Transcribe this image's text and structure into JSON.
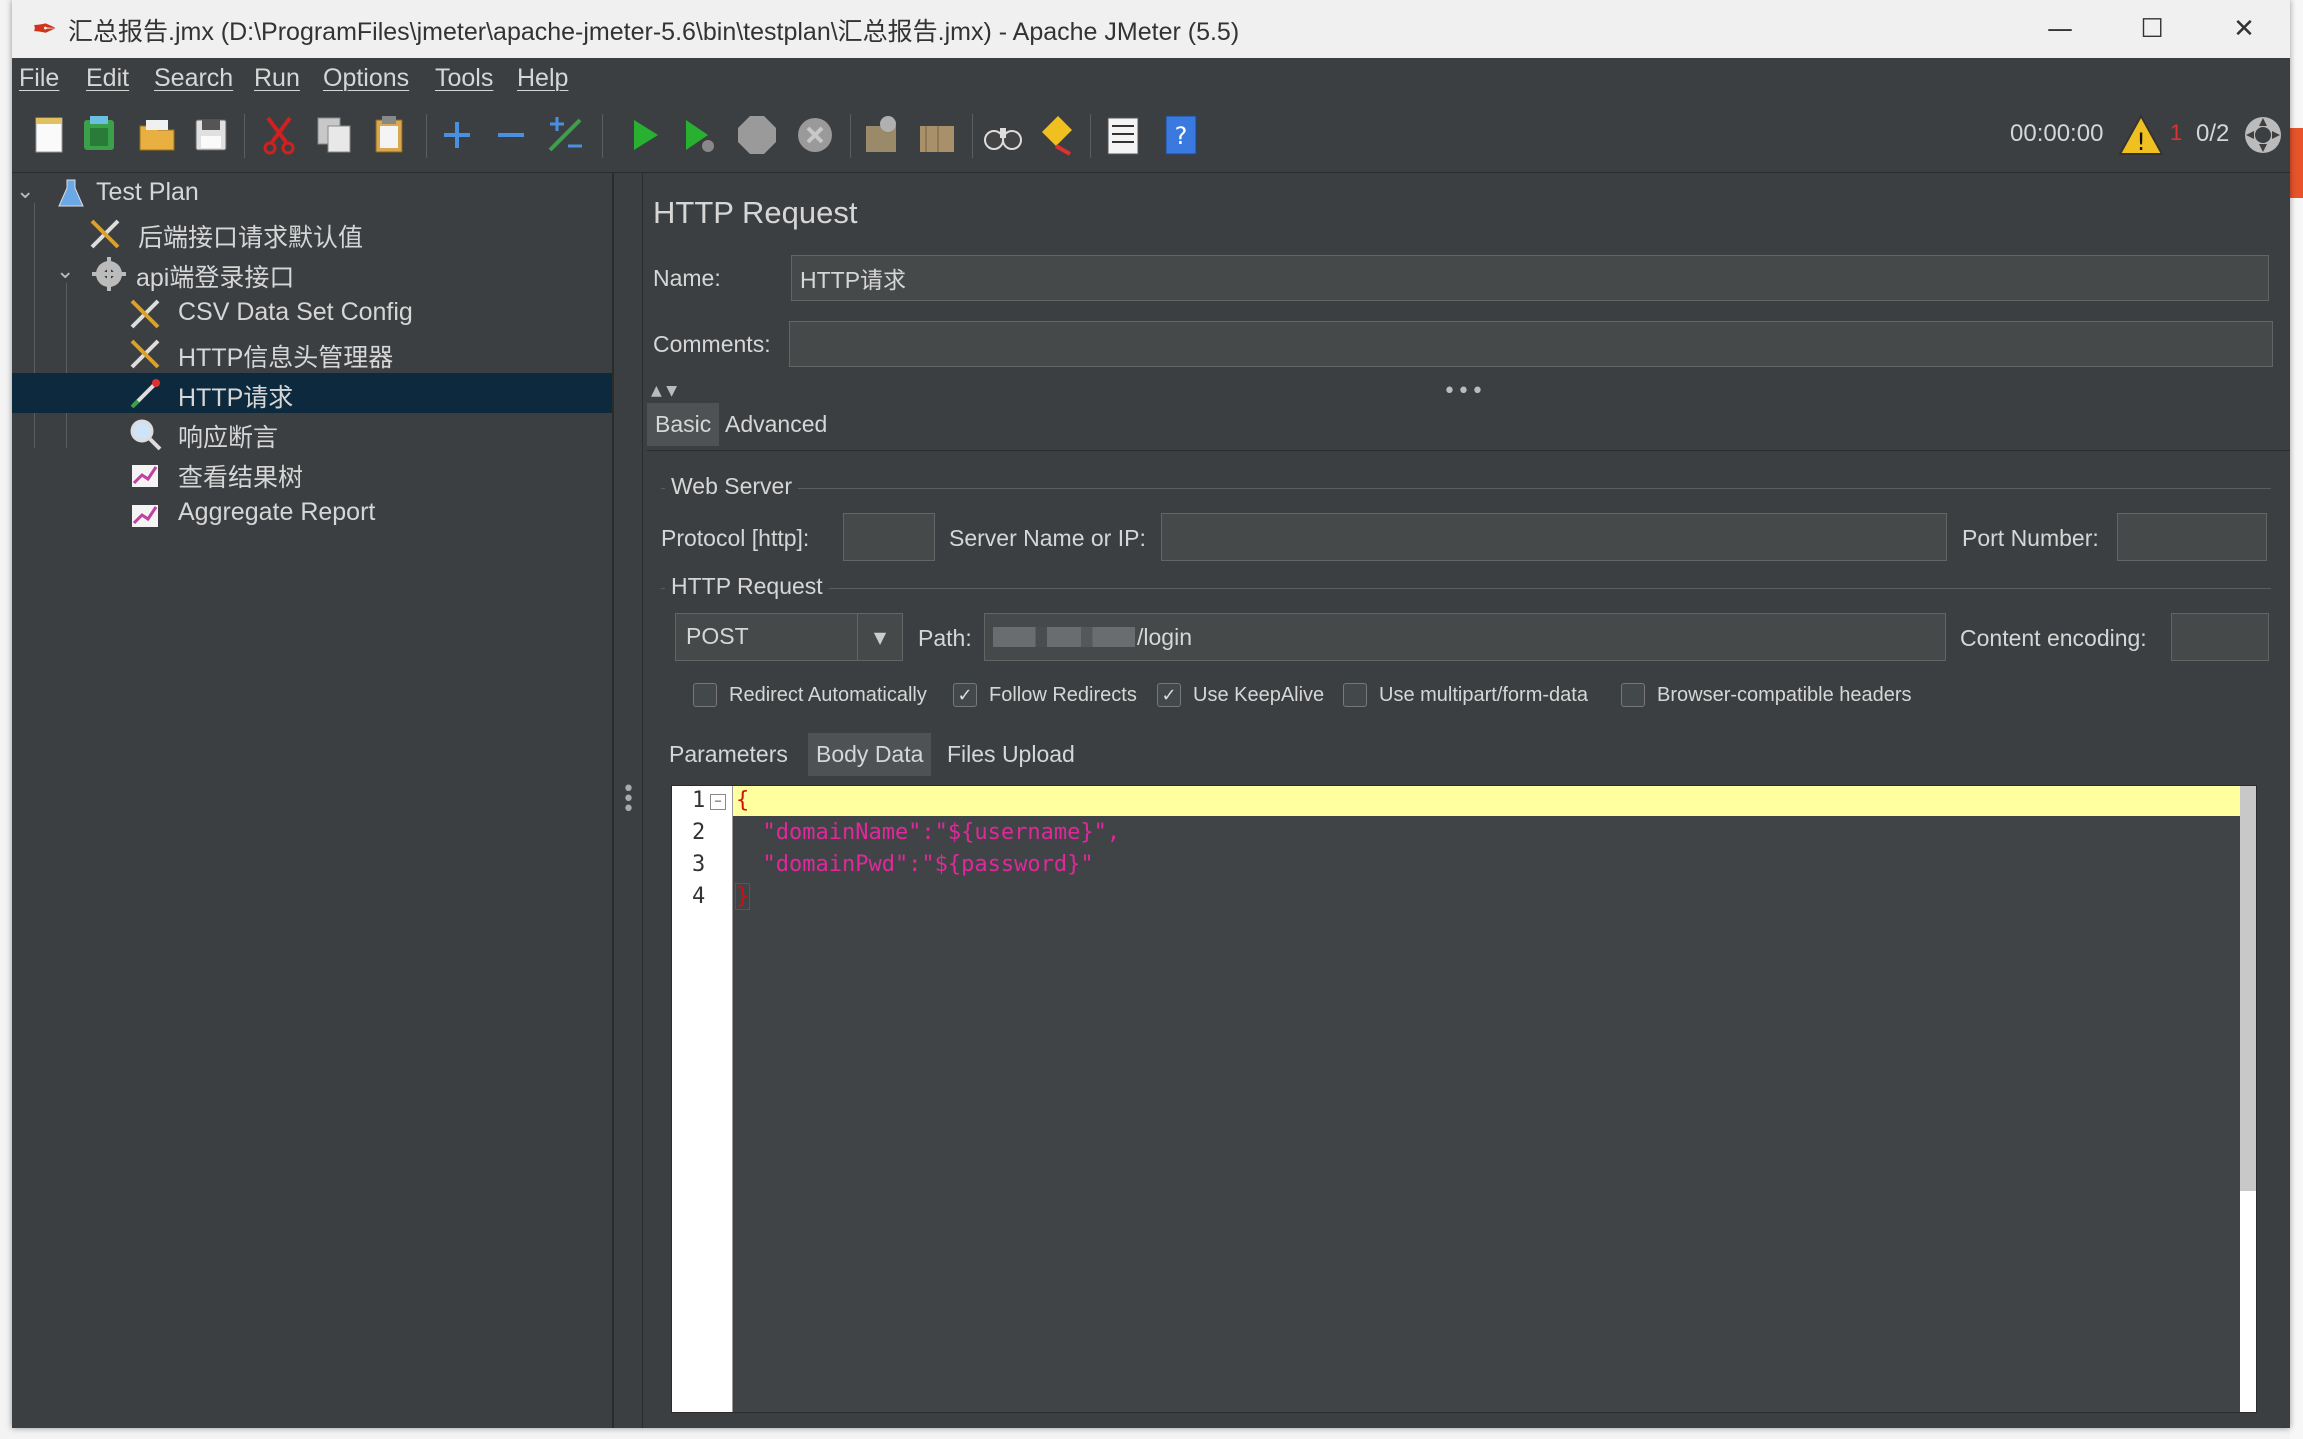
{
  "window": {
    "title": "汇总报告.jmx (D:\\ProgramFiles\\jmeter\\apache-jmeter-5.6\\bin\\testplan\\汇总报告.jmx) - Apache JMeter (5.5)",
    "minimize": "—",
    "maximize": "☐",
    "close": "✕"
  },
  "menu": [
    "File",
    "Edit",
    "Search",
    "Run",
    "Options",
    "Tools",
    "Help"
  ],
  "toolbar": {
    "icons": [
      "new-icon",
      "templates-icon",
      "open-icon",
      "save-icon",
      "cut-icon",
      "copy-icon",
      "paste-icon",
      "expand-icon",
      "collapse-icon",
      "toggle-icon",
      "start-icon",
      "start-no-pause-icon",
      "stop-icon",
      "shutdown-icon",
      "clear-icon",
      "clear-all-icon",
      "search-icon",
      "reset-search-icon",
      "function-helper-icon",
      "help-icon"
    ],
    "timer": "00:00:00",
    "warning_count": "1",
    "threads": "0/2"
  },
  "tree": [
    {
      "label": "Test Plan",
      "icon": "flask-icon"
    },
    {
      "label": "后端接口请求默认值",
      "icon": "tools-icon"
    },
    {
      "label": "api端登录接口",
      "icon": "gear-icon"
    },
    {
      "label": "CSV Data Set Config",
      "icon": "tools-icon"
    },
    {
      "label": "HTTP信息头管理器",
      "icon": "tools-icon"
    },
    {
      "label": "HTTP请求",
      "icon": "pipette-icon"
    },
    {
      "label": "响应断言",
      "icon": "magnifier-icon"
    },
    {
      "label": "查看结果树",
      "icon": "graph-icon"
    },
    {
      "label": "Aggregate Report",
      "icon": "graph-icon"
    }
  ],
  "panel": {
    "title": "HTTP Request",
    "name_label": "Name:",
    "name_value": "HTTP请求",
    "comments_label": "Comments:",
    "comments_value": "",
    "tabs": [
      "Basic",
      "Advanced"
    ],
    "web_server": {
      "title": "Web Server",
      "protocol_label": "Protocol [http]:",
      "protocol_value": "",
      "server_label": "Server Name or IP:",
      "server_value": "",
      "port_label": "Port Number:",
      "port_value": ""
    },
    "http_request": {
      "title": "HTTP Request",
      "method": "POST",
      "path_label": "Path:",
      "path_value": "/login",
      "encoding_label": "Content encoding:",
      "encoding_value": ""
    },
    "checkboxes": [
      {
        "label": "Redirect Automatically",
        "checked": false
      },
      {
        "label": "Follow Redirects",
        "checked": true
      },
      {
        "label": "Use KeepAlive",
        "checked": true
      },
      {
        "label": "Use multipart/form-data",
        "checked": false
      },
      {
        "label": "Browser-compatible headers",
        "checked": false
      }
    ],
    "sub_tabs": [
      "Parameters",
      "Body Data",
      "Files Upload"
    ],
    "body": {
      "line_numbers": [
        "1",
        "2",
        "3",
        "4"
      ],
      "lines": [
        "{",
        "  \"domainName\":\"${username}\",",
        "  \"domainPwd\":\"${password}\"",
        "}"
      ]
    }
  },
  "colors": {
    "background": "#3c3f41",
    "selection": "#0d293e",
    "string": "#e0289c",
    "brace": "#d01010",
    "current_line": "#ffffa0"
  }
}
